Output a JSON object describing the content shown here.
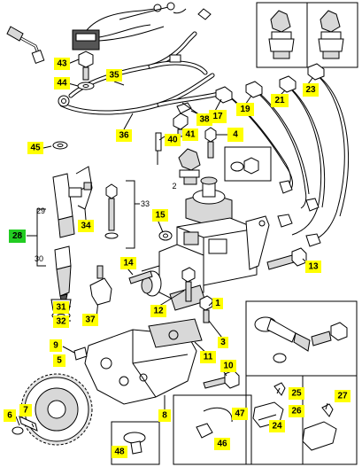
{
  "diagram": {
    "callouts": [
      {
        "id": "c1",
        "text": "1",
        "color": "yellow"
      },
      {
        "id": "c3",
        "text": "3",
        "color": "yellow"
      },
      {
        "id": "c4",
        "text": "4",
        "color": "yellow"
      },
      {
        "id": "c5",
        "text": "5",
        "color": "yellow"
      },
      {
        "id": "c6",
        "text": "6",
        "color": "yellow"
      },
      {
        "id": "c7",
        "text": "7",
        "color": "yellow"
      },
      {
        "id": "c8",
        "text": "8",
        "color": "yellow"
      },
      {
        "id": "c9",
        "text": "9",
        "color": "yellow"
      },
      {
        "id": "c10",
        "text": "10",
        "color": "yellow"
      },
      {
        "id": "c11",
        "text": "11",
        "color": "yellow"
      },
      {
        "id": "c12",
        "text": "12",
        "color": "yellow"
      },
      {
        "id": "c13",
        "text": "13",
        "color": "yellow"
      },
      {
        "id": "c14",
        "text": "14",
        "color": "yellow"
      },
      {
        "id": "c15",
        "text": "15",
        "color": "yellow"
      },
      {
        "id": "c17",
        "text": "17",
        "color": "yellow"
      },
      {
        "id": "c19",
        "text": "19",
        "color": "yellow"
      },
      {
        "id": "c21",
        "text": "21",
        "color": "yellow"
      },
      {
        "id": "c23",
        "text": "23",
        "color": "yellow"
      },
      {
        "id": "c24",
        "text": "24",
        "color": "yellow"
      },
      {
        "id": "c25",
        "text": "25",
        "color": "yellow"
      },
      {
        "id": "c26",
        "text": "26",
        "color": "yellow"
      },
      {
        "id": "c27",
        "text": "27",
        "color": "yellow"
      },
      {
        "id": "c28",
        "text": "28",
        "color": "green"
      },
      {
        "id": "c31",
        "text": "31",
        "color": "yellow"
      },
      {
        "id": "c32",
        "text": "32",
        "color": "yellow"
      },
      {
        "id": "c34",
        "text": "34",
        "color": "yellow"
      },
      {
        "id": "c35",
        "text": "35",
        "color": "yellow"
      },
      {
        "id": "c36",
        "text": "36",
        "color": "yellow"
      },
      {
        "id": "c37",
        "text": "37",
        "color": "yellow"
      },
      {
        "id": "c38",
        "text": "38",
        "color": "yellow"
      },
      {
        "id": "c40",
        "text": "40",
        "color": "yellow"
      },
      {
        "id": "c41",
        "text": "41",
        "color": "yellow"
      },
      {
        "id": "c43",
        "text": "43",
        "color": "yellow"
      },
      {
        "id": "c44",
        "text": "44",
        "color": "yellow"
      },
      {
        "id": "c45",
        "text": "45",
        "color": "yellow"
      },
      {
        "id": "c46",
        "text": "46",
        "color": "yellow"
      },
      {
        "id": "c47",
        "text": "47",
        "color": "yellow"
      },
      {
        "id": "c48",
        "text": "48",
        "color": "yellow"
      }
    ],
    "plain_labels": [
      {
        "id": "p2",
        "text": "2"
      },
      {
        "id": "p29",
        "text": "29"
      },
      {
        "id": "p30",
        "text": "30"
      },
      {
        "id": "p33",
        "text": "33"
      }
    ],
    "colors": {
      "callout_yellow": "#ffff00",
      "callout_green": "#22cc22",
      "line": "#000000",
      "background": "#ffffff"
    }
  }
}
